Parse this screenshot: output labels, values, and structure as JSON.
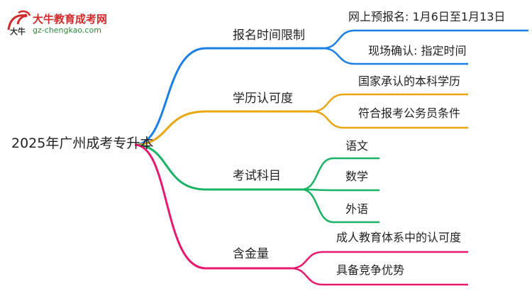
{
  "logo": {
    "title": "大牛教育成考网",
    "url": "gz-chengkao.com",
    "mark_text": "大牛"
  },
  "root": {
    "label": "2025年广州成考专升本"
  },
  "colors": {
    "branch_0": "#1b7fe8",
    "branch_1": "#e8a60f",
    "branch_2": "#19b463",
    "branch_3": "#e8196f"
  },
  "branches": [
    {
      "label": "报名时间限制",
      "children": [
        "网上预报名: 1月6日至1月13日",
        "现场确认: 指定时间"
      ]
    },
    {
      "label": "学历认可度",
      "children": [
        "国家承认的本科学历",
        "符合报考公务员条件"
      ]
    },
    {
      "label": "考试科目",
      "children": [
        "语文",
        "数学",
        "外语"
      ]
    },
    {
      "label": "含金量",
      "children": [
        "成人教育体系中的认可度",
        "具备竞争优势"
      ]
    }
  ]
}
